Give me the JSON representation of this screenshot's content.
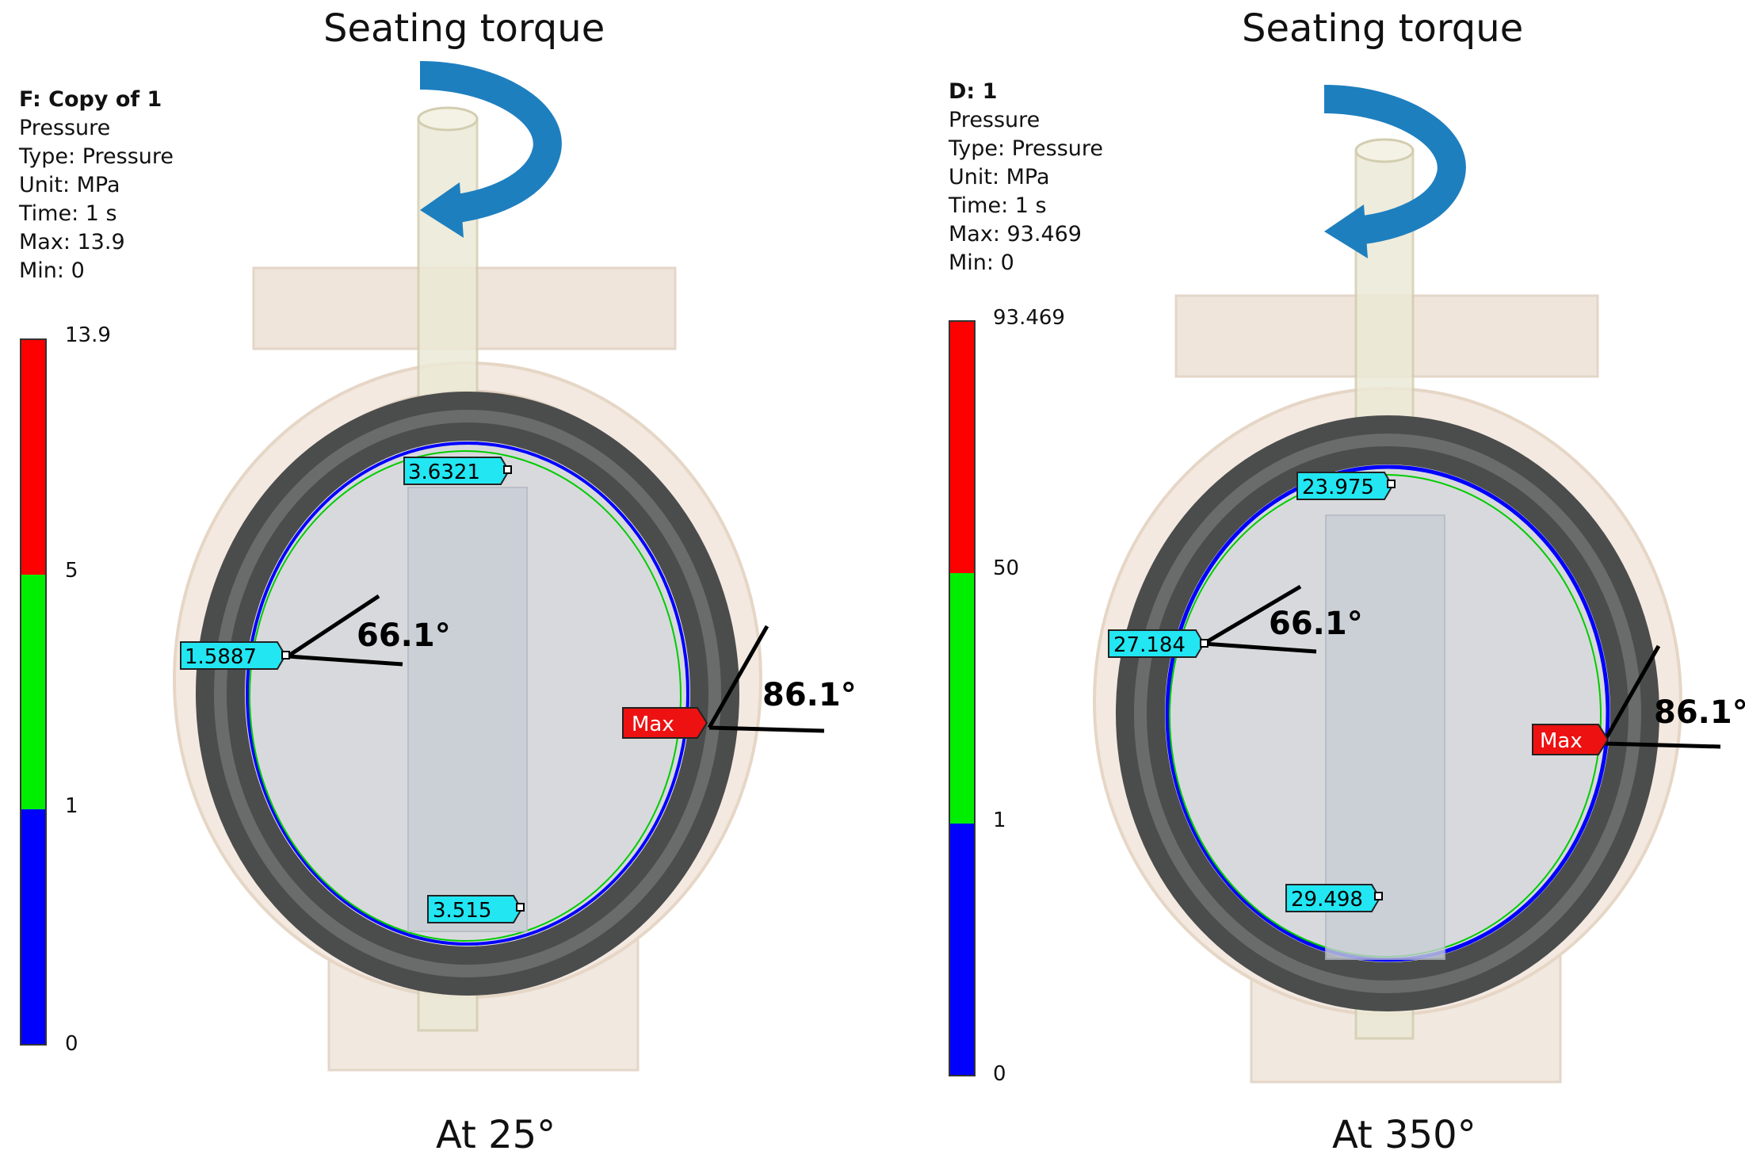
{
  "panels": [
    {
      "heading": "Seating torque",
      "caption": "At 25°",
      "legend": {
        "name": "F: Copy of 1",
        "quantity": "Pressure",
        "type": "Type: Pressure",
        "unit": "Unit: MPa",
        "time": "Time: 1 s",
        "max": "Max: 13.9",
        "min": "Min: 0",
        "ticks": [
          "13.9",
          "5",
          "1",
          "0"
        ],
        "colors": [
          "#ff0000",
          "#00ee00",
          "#0000ff"
        ]
      },
      "probes": {
        "top": "3.6321",
        "left": "1.5887",
        "bottom": "3.515",
        "max": "Max"
      },
      "angles": {
        "left": "66.1°",
        "right": "86.1°"
      }
    },
    {
      "heading": "Seating torque",
      "caption": "At 350°",
      "legend": {
        "name": "D: 1",
        "quantity": "Pressure",
        "type": "Type: Pressure",
        "unit": "Unit: MPa",
        "time": "Time: 1 s",
        "max": "Max: 93.469",
        "min": "Min: 0",
        "ticks": [
          "93.469",
          "50",
          "1",
          "0"
        ],
        "colors": [
          "#ff0000",
          "#00ee00",
          "#0000ff"
        ]
      },
      "probes": {
        "top": "23.975",
        "left": "27.184",
        "bottom": "29.498",
        "max": "Max"
      },
      "angles": {
        "left": "66.1°",
        "right": "86.1°"
      }
    }
  ]
}
